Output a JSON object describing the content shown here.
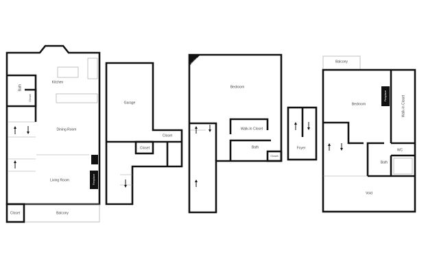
{
  "floorplans": [
    {
      "rooms": {
        "kitchen": "Kitchen",
        "bath": "Bath",
        "closet_small": "Closet",
        "dining": "Dining Room",
        "living": "Living Room",
        "fireplace": "Fireplace",
        "closet": "Closet",
        "balcony": "Balcony"
      }
    },
    {
      "rooms": {
        "garage": "Garage",
        "closet_right": "Closet",
        "closet_small": "Closet"
      }
    },
    {
      "rooms": {
        "fireplace": "Fireplace",
        "bedroom": "Bedroom",
        "walkin": "Walk-In Closet",
        "bath": "Bath",
        "closet": "Closet"
      }
    },
    {
      "rooms": {
        "foyer": "Foyer"
      }
    },
    {
      "rooms": {
        "balcony": "Balcony",
        "bedroom": "Bedroom",
        "fireplace": "Fireplace",
        "walkin": "Walk-In Closet",
        "wc": "WC",
        "bath": "Bath",
        "void": "Void"
      }
    }
  ]
}
